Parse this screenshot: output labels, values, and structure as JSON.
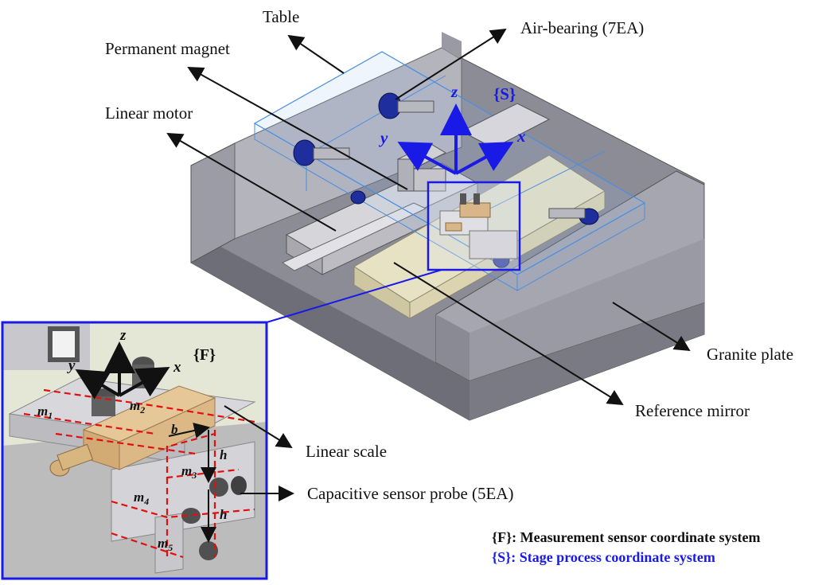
{
  "labels": {
    "table": "Table",
    "air_bearing": "Air-bearing (7EA)",
    "permanent_magnet": "Permanent magnet",
    "linear_motor": "Linear motor",
    "granite_plate": "Granite plate",
    "reference_mirror": "Reference mirror",
    "linear_scale": "Linear scale",
    "capacitive_probe": "Capacitive sensor probe (5EA)"
  },
  "stage_axes": {
    "frame": "{S}",
    "x": "x",
    "y": "y",
    "z": "z"
  },
  "sensor_axes": {
    "frame": "{F}",
    "x": "x",
    "y": "y",
    "z": "z"
  },
  "inset": {
    "masses": [
      {
        "base": "m",
        "sub": "1"
      },
      {
        "base": "m",
        "sub": "2"
      },
      {
        "base": "m",
        "sub": "3"
      },
      {
        "base": "m",
        "sub": "4"
      },
      {
        "base": "m",
        "sub": "5"
      }
    ],
    "dims": {
      "b": "b",
      "h1": "h",
      "h2": "h"
    }
  },
  "legend": {
    "sensor": "{F}: Measurement sensor coordinate system",
    "stage": "{S}: Stage process coordinate system"
  },
  "colors": {
    "stage_frame": "#1a1ae6",
    "guide_lines": "#e01010",
    "air_bearing": "#1e2e9c",
    "linear_scale": "#e6c898"
  }
}
